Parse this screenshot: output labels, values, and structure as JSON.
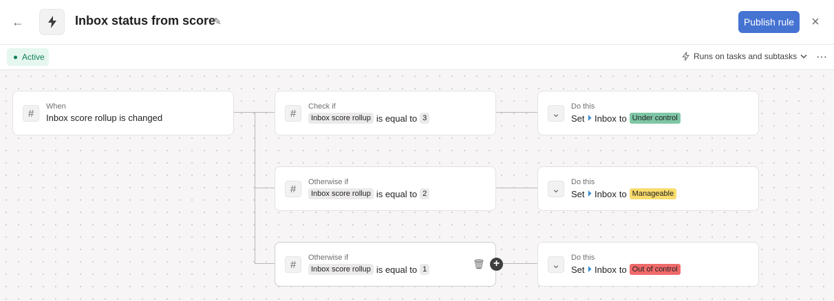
{
  "header": {
    "title": "Inbox status from score",
    "publish_label": "Publish rule",
    "icons": {
      "back": "arrow-left-icon",
      "rule": "lightning-icon",
      "edit": "pencil-icon",
      "close": "close-icon"
    }
  },
  "subbar": {
    "status": "Active",
    "runs_on": "Runs on tasks and subtasks",
    "more": "⋯"
  },
  "colors": {
    "accent": "#4573d2",
    "active": "#0d7f56",
    "under_control": "#7fc6a4",
    "manageable": "#f9dc6b",
    "out_of_control": "#f06a6a"
  },
  "trigger": {
    "label": "When",
    "text": "Inbox score rollup is changed"
  },
  "conditions": [
    {
      "label": "Check if",
      "field": "Inbox score rollup",
      "op": "is equal to",
      "value": "3"
    },
    {
      "label": "Otherwise if",
      "field": "Inbox score rollup",
      "op": "is equal to",
      "value": "2"
    },
    {
      "label": "Otherwise if",
      "field": "Inbox score rollup",
      "op": "is equal to",
      "value": "1"
    }
  ],
  "actions": [
    {
      "label": "Do this",
      "set": "Set",
      "field": "Inbox",
      "to": "to",
      "value": "Under control",
      "color": "#7fc6a4"
    },
    {
      "label": "Do this",
      "set": "Set",
      "field": "Inbox",
      "to": "to",
      "value": "Manageable",
      "color": "#f9dc6b"
    },
    {
      "label": "Do this",
      "set": "Set",
      "field": "Inbox",
      "to": "to",
      "value": "Out of control",
      "color": "#f06a6a"
    }
  ]
}
